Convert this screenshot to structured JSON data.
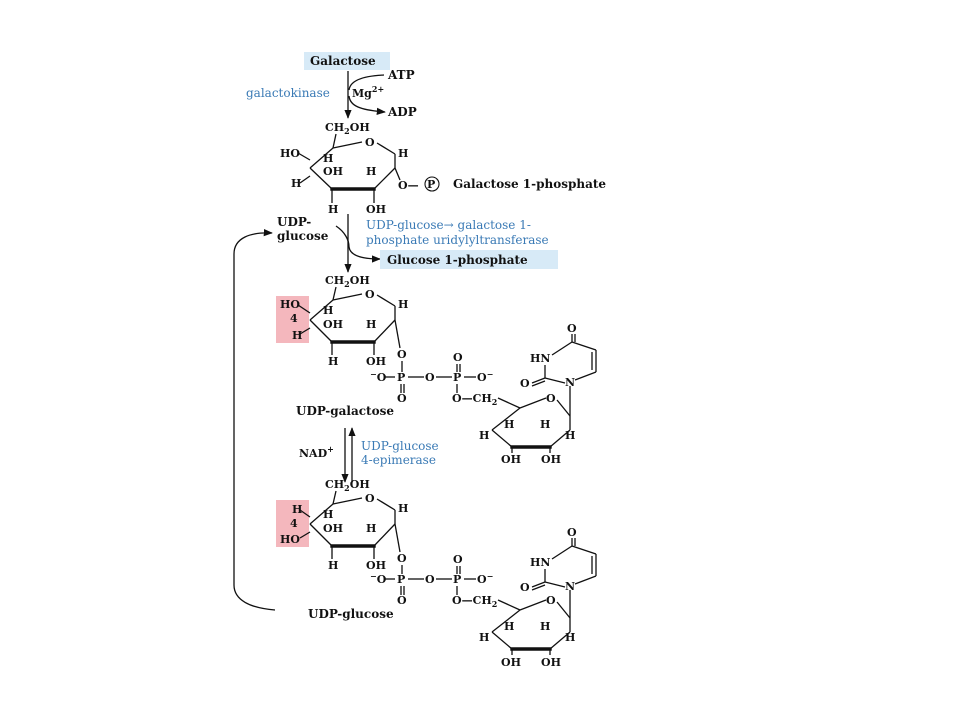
{
  "compounds": {
    "galactose": "Galactose",
    "galactose_1_phosphate": "Galactose 1-phosphate",
    "glucose_1_phosphate": "Glucose 1-phosphate",
    "udp_galactose": "UDP-galactose",
    "udp_glucose_bottom": "UDP-glucose",
    "udp_glucose_side_line1": "UDP-",
    "udp_glucose_side_line2": "glucose"
  },
  "enzymes": {
    "galactokinase": "galactokinase",
    "transferase_line1": "UDP-glucose→ galactose 1-",
    "transferase_line2": "phosphate uridylyltransferase",
    "epimerase_line1": "UDP-glucose",
    "epimerase_line2": "4-epimerase"
  },
  "cofactors": {
    "atp": "ATP",
    "mg": "Mg",
    "mg_charge": "2+",
    "adp": "ADP",
    "nad": "NAD",
    "nad_charge": "+"
  },
  "atoms": {
    "ch2oh": "CH",
    "ch2oh_sub": "2",
    "ch2oh_end": "OH",
    "o": "O",
    "h": "H",
    "oh": "OH",
    "ho": "HO",
    "p": "P",
    "c4": "4",
    "hn": "HN",
    "n": "N",
    "minus": "−",
    "o_ch2": "O—CH",
    "o_circle_p": "O—"
  },
  "colors": {
    "enzyme_blue": "#3a7ab5",
    "highlight_blue": "#d7eaf7",
    "highlight_pink": "#f4b7bd"
  }
}
